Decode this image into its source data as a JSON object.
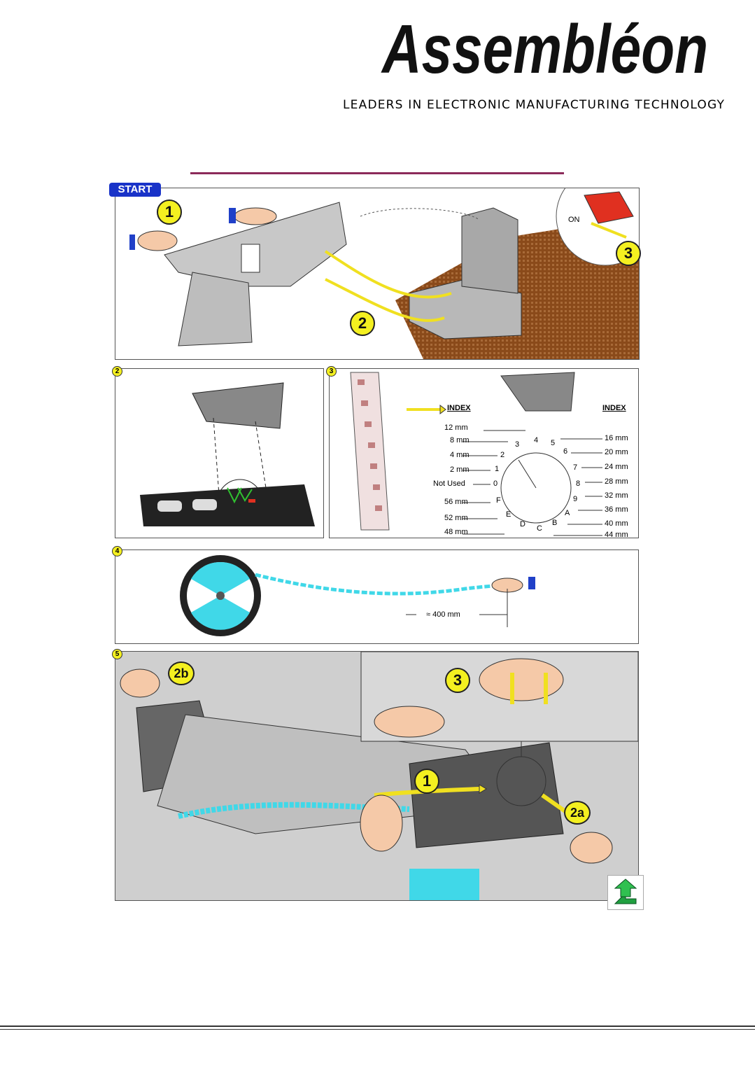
{
  "brand": {
    "logo_text": "Assembléon",
    "tagline": "LEADERS IN ELECTRONIC MANUFACTURING TECHNOLOGY"
  },
  "panel_start": {
    "badge": "START",
    "step_1": "1",
    "step_2": "2",
    "step_3": "3",
    "switch_label": "ON"
  },
  "panel_2": {
    "number": "2"
  },
  "panel_3": {
    "number": "3",
    "index_left": "INDEX",
    "index_right": "INDEX",
    "left_labels": [
      "12 mm",
      "8 mm",
      "4 mm",
      "2 mm",
      "Not Used",
      "56 mm",
      "52 mm",
      "48 mm"
    ],
    "right_labels": [
      "16 mm",
      "20 mm",
      "24 mm",
      "28 mm",
      "32 mm",
      "36 mm",
      "40 mm",
      "44 mm"
    ],
    "dial_chars": [
      "3",
      "4",
      "5",
      "6",
      "7",
      "8",
      "9",
      "A",
      "B",
      "C",
      "D",
      "E",
      "F",
      "0",
      "1",
      "2"
    ]
  },
  "panel_4": {
    "number": "4",
    "measure": "≈ 400 mm"
  },
  "panel_5": {
    "number": "5",
    "step_2b": "2b",
    "step_3": "3",
    "step_1": "1",
    "step_2a": "2a"
  },
  "colors": {
    "start_badge": "#1933c8",
    "step_circle": "#f4f020",
    "title_rule": "#8b2a5a",
    "tape": "#40d8e8",
    "floor": "#8a4a1a",
    "switch": "#e03020",
    "machine": "#c8c8c8"
  }
}
